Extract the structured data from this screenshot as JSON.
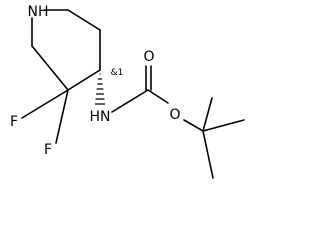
{
  "molecule": {
    "atoms": {
      "nh": "NH",
      "f1": "F",
      "f2": "F",
      "amide_nh": "HN",
      "carbonyl_o": "O",
      "ester_o": "O"
    },
    "stereo_label": "&1"
  }
}
